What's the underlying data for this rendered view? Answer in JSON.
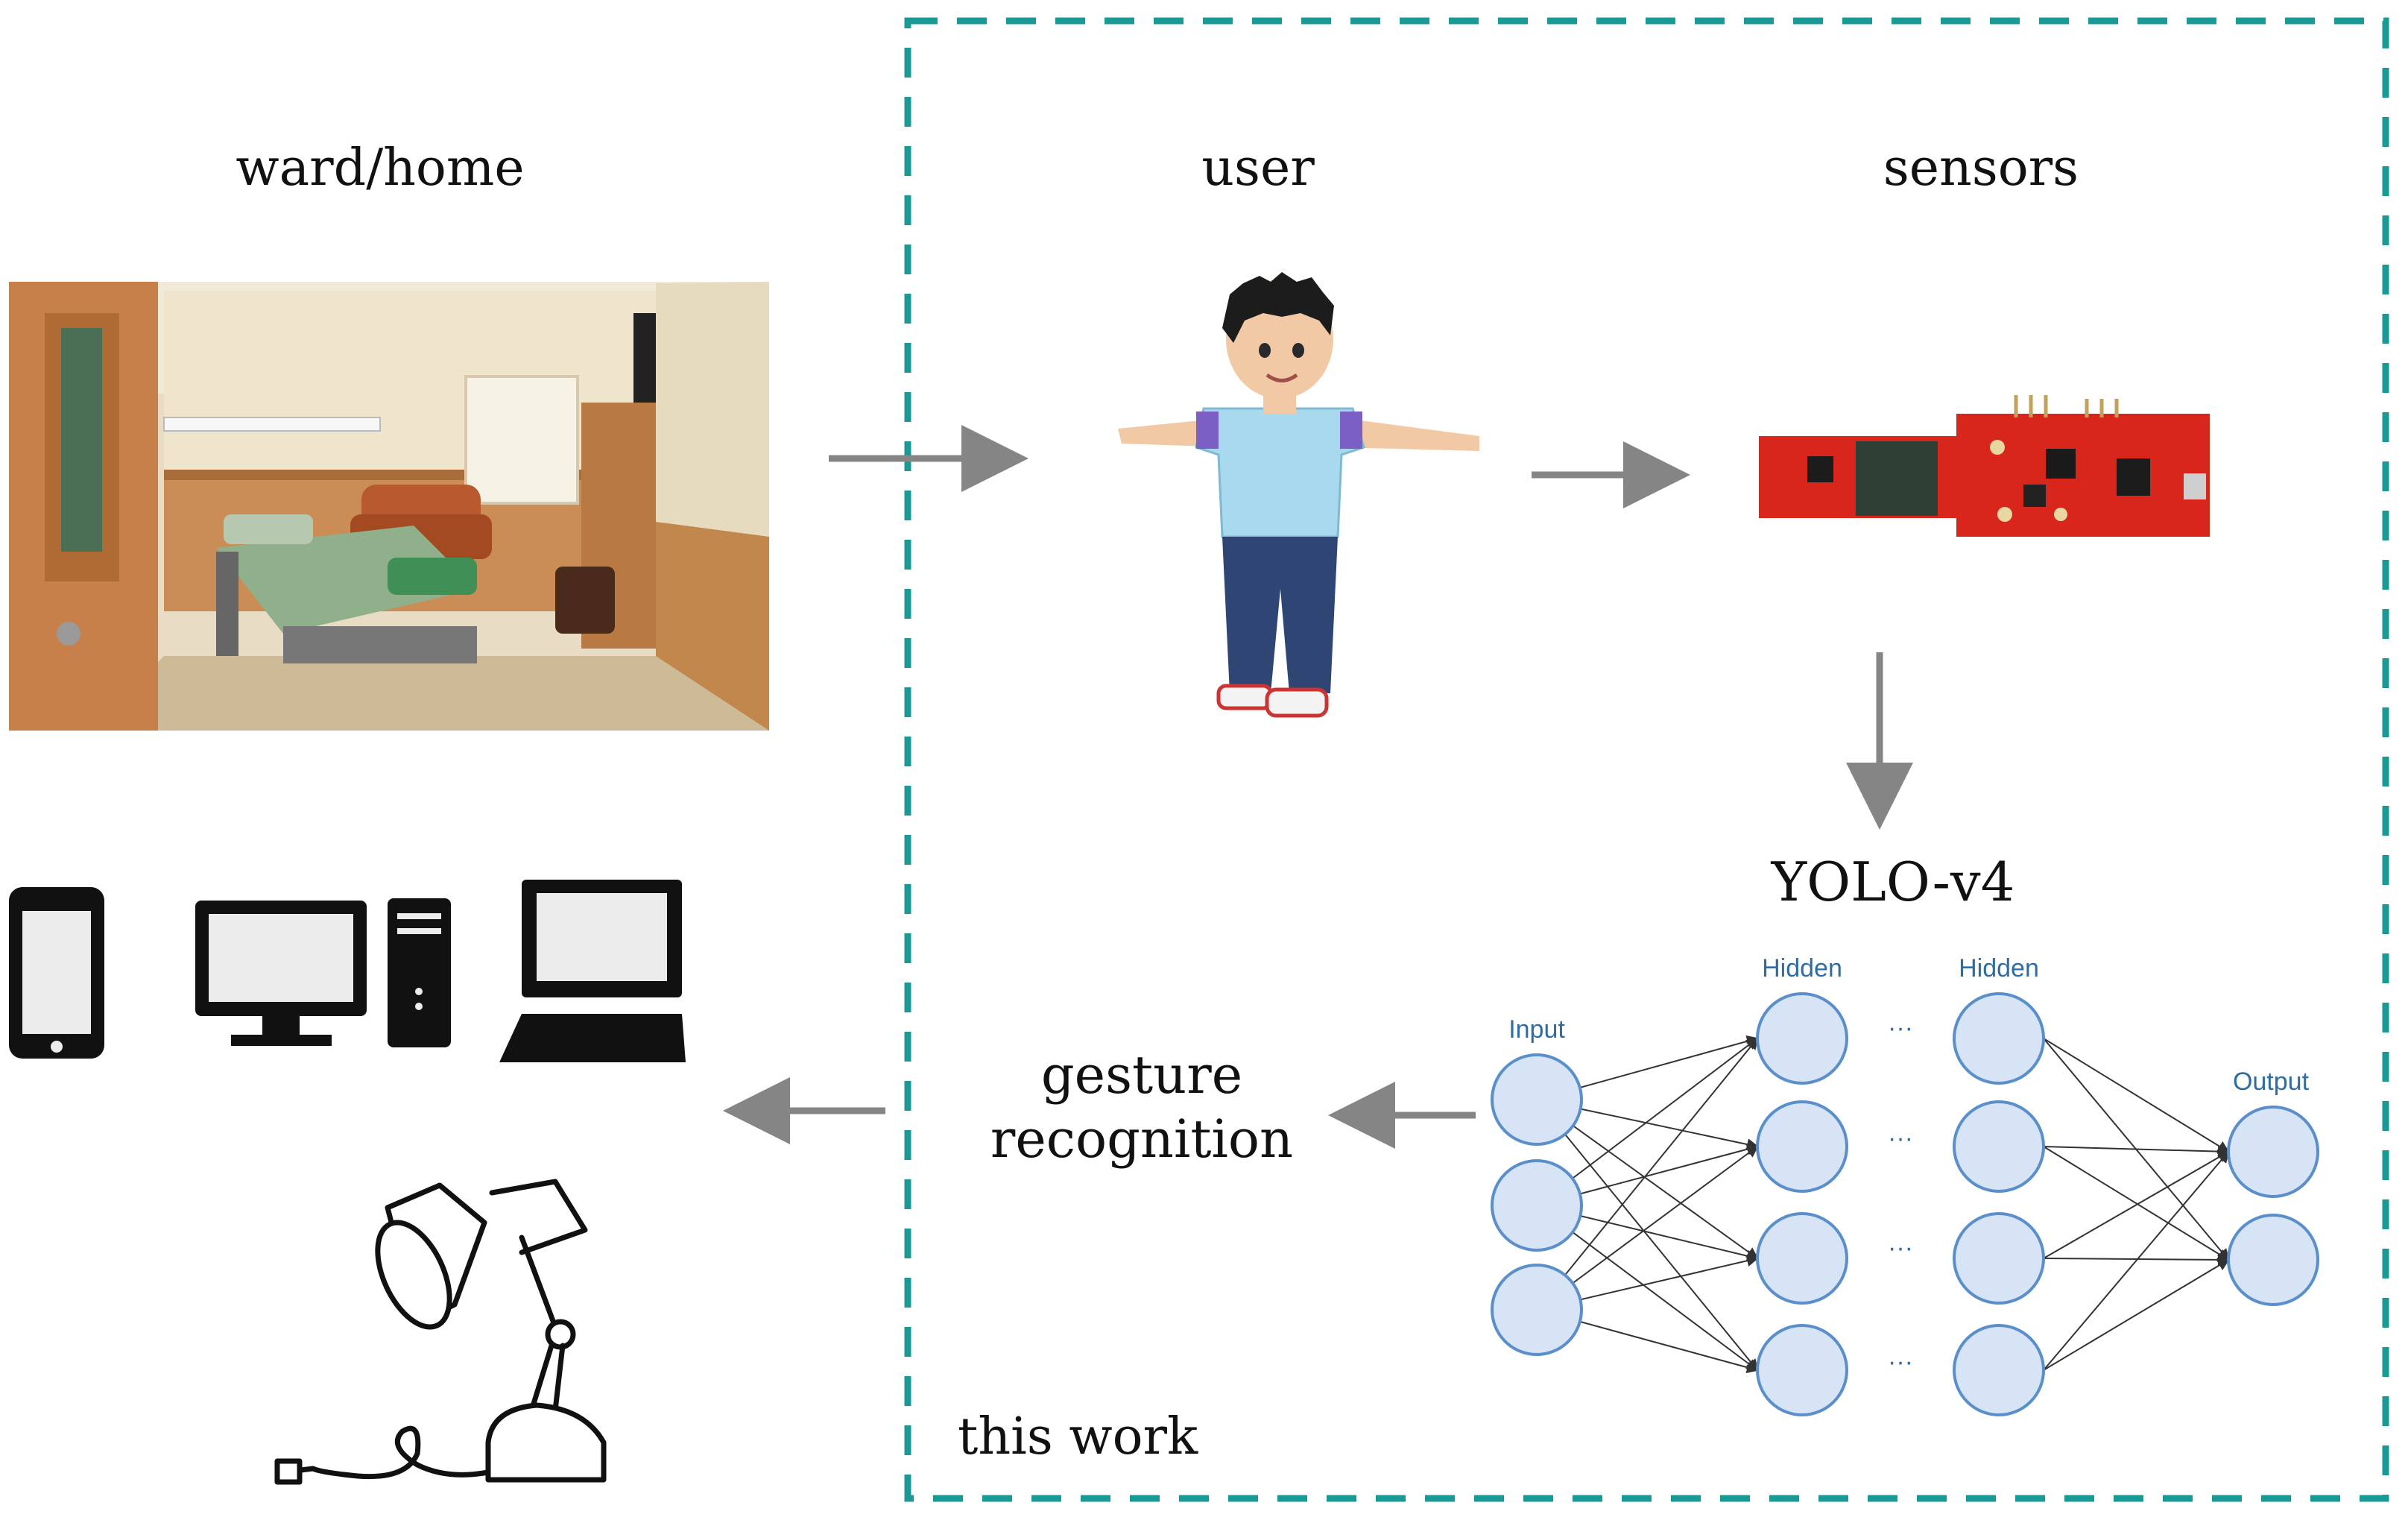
{
  "labels": {
    "ward_home": "ward/home",
    "user": "user",
    "sensors": "sensors",
    "model": "YOLO-v4",
    "gesture_line1": "gesture",
    "gesture_line2": "recognition",
    "this_work": "this work"
  },
  "network": {
    "input": "Input",
    "hidden1": "Hidden",
    "hidden2": "Hidden",
    "output": "Output",
    "ellipsis": "···"
  },
  "colors": {
    "dashed_border": "#1a9a94",
    "arrow": "#858585",
    "node_fill": "#d6e4f5",
    "node_stroke": "#5b8fcb",
    "network_text": "#2e6ca4",
    "board_red": "#d9261c"
  },
  "icons": [
    "ward-room-photo",
    "user-avatar",
    "sensor-board",
    "smartphone-icon",
    "desktop-computer-icon",
    "laptop-icon",
    "desk-lamp-icon"
  ]
}
